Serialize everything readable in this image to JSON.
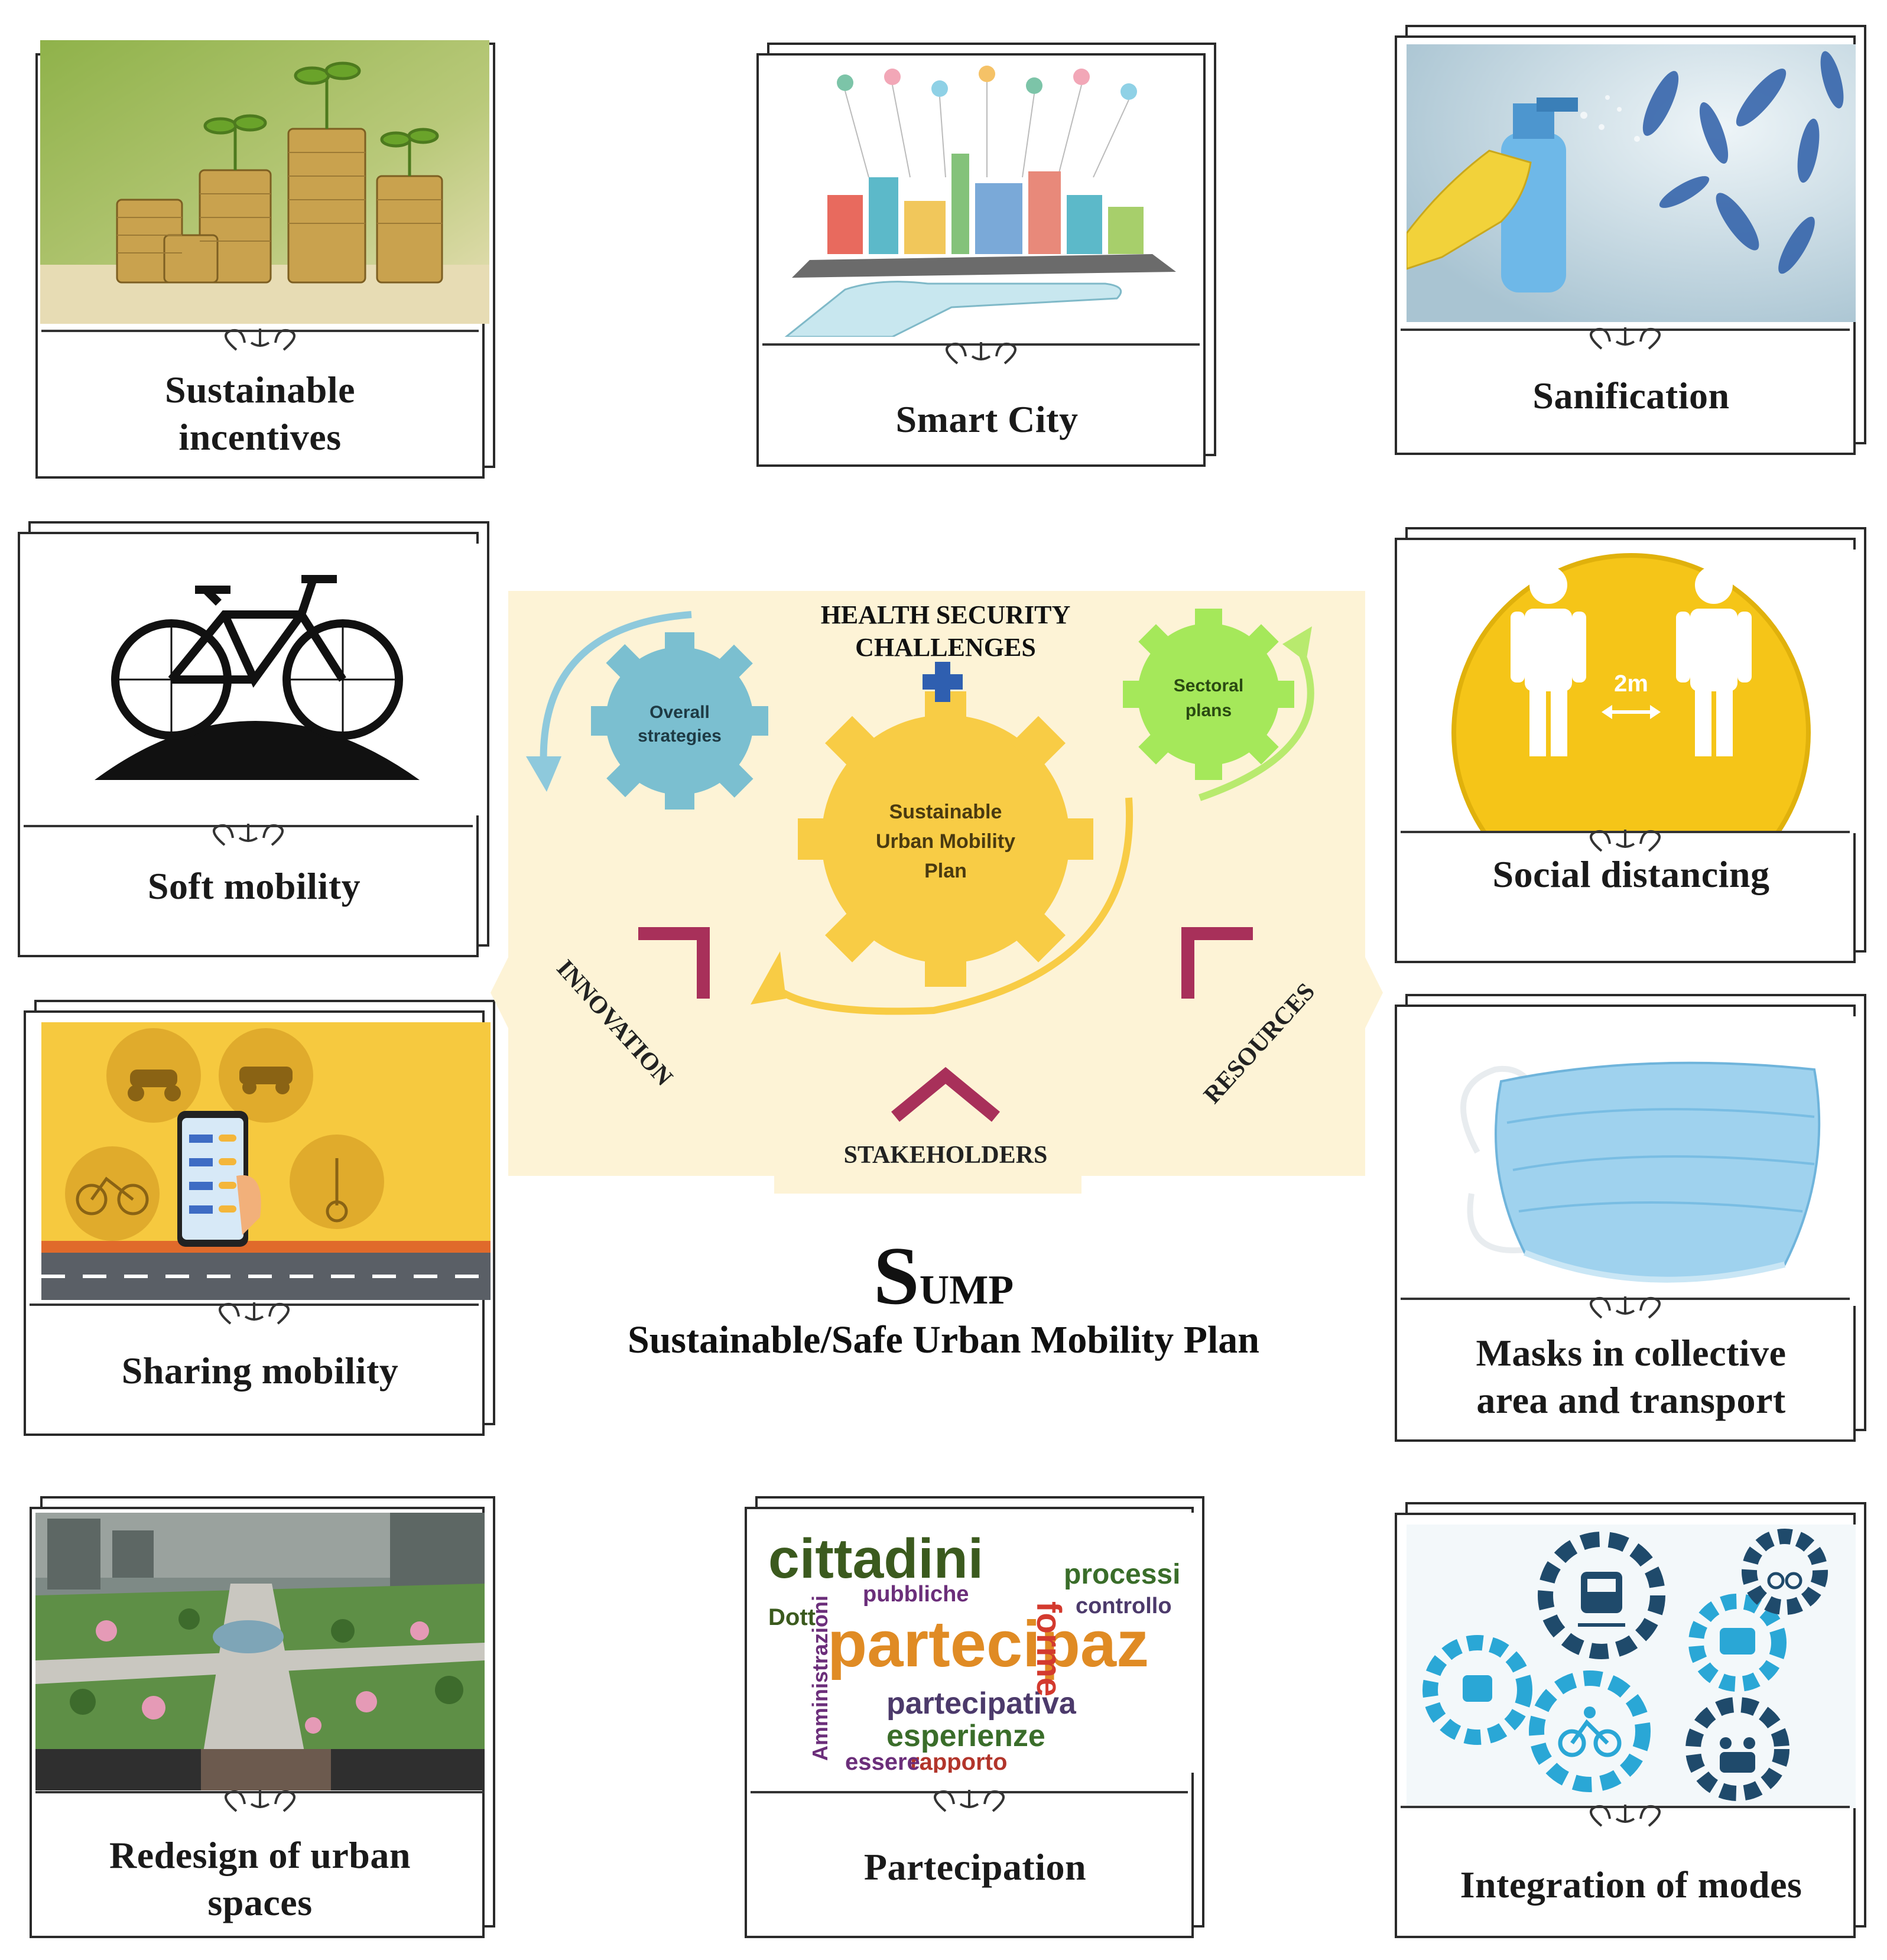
{
  "cards": {
    "sustainable_incentives": {
      "label_line1": "Sustainable",
      "label_line2": "incentives"
    },
    "smart_city": {
      "label": "Smart City"
    },
    "sanification": {
      "label": "Sanification"
    },
    "soft_mobility": {
      "label": "Soft mobility"
    },
    "social_distancing": {
      "label": "Social distancing",
      "distance": "2m"
    },
    "sharing_mobility": {
      "label": "Sharing mobility"
    },
    "masks": {
      "label_line1": "Masks in collective",
      "label_line2": "area and transport"
    },
    "redesign": {
      "label_line1": "Redesign of urban",
      "label_line2": "spaces"
    },
    "participation": {
      "label": "Partecipation",
      "words": [
        "cittadini",
        "partecipaz",
        "partecipativa",
        "esperienze",
        "processi",
        "forme",
        "pubbliche",
        "controllo",
        "rapporto",
        "essere",
        "Amministrazioni",
        "Dott"
      ]
    },
    "integration": {
      "label": "Integration of modes"
    }
  },
  "center": {
    "top_label_line1": "HEALTH SECURITY",
    "top_label_line2": "CHALLENGES",
    "gear_overall_line1": "Overall",
    "gear_overall_line2": "strategies",
    "gear_sump_line1": "Sustainable",
    "gear_sump_line2": "Urban Mobility",
    "gear_sump_line3": "Plan",
    "gear_sectoral_line1": "Sectoral",
    "gear_sectoral_line2": "plans",
    "innovation": "INNOVATION",
    "resources": "RESOURCES",
    "stakeholders": "STAKEHOLDERS"
  },
  "sump": {
    "title_first": "S",
    "title_rest": "UMP",
    "subtitle": "Sustainable/Safe Urban Mobility Plan"
  },
  "colors": {
    "panel_bg": "#fdf3d6",
    "gear_blue": "#7bbfd0",
    "gear_yellow": "#f8cc45",
    "gear_green": "#a5e85a",
    "chevron": "#a8305a",
    "arrow_blue": "#8ec9dc",
    "arrow_green": "#b8ea6e",
    "sign_yellow": "#f5c518",
    "icon_navy": "#1f4a6b",
    "icon_cyan": "#2aa7d6"
  }
}
